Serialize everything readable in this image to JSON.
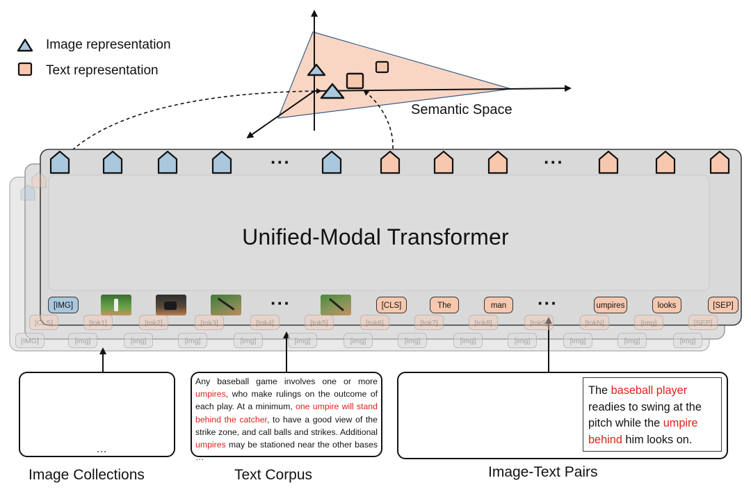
{
  "legend": {
    "image_label": "Image representation",
    "text_label": "Text representation",
    "image_color": "#a9c7dd",
    "text_color": "#f8c8ae"
  },
  "semantic_space": {
    "label": "Semantic Space",
    "plane_color": "#f9d6c4"
  },
  "transformer": {
    "title": "Unified-Modal Transformer"
  },
  "front_tokens": {
    "img_token": "[IMG]",
    "ellipsis": "···",
    "text_tokens": [
      "[CLS]",
      "The",
      "man"
    ],
    "text_tokens_end": [
      "umpires",
      "looks",
      "[SEP]"
    ]
  },
  "back_tokens_row1": [
    "[CLS]",
    "[tok1]",
    "[tok2]",
    "[tok3]",
    "[tok4]",
    "[tok5]",
    "[tok6]",
    "[tok7]",
    "[tok8]",
    "[tok9]",
    "[tokN]",
    "[img]",
    "[SEP]"
  ],
  "back_tokens_row2": [
    "[IMG]",
    "[img]",
    "[img]",
    "[img]",
    "[img]",
    "[img]",
    "[img]",
    "[img]",
    "[img]",
    "[img]",
    "[img]",
    "[img]",
    "[img]"
  ],
  "image_collections": {
    "ellipsis": "…",
    "caption": "Image Collections"
  },
  "text_corpus": {
    "caption": "Text Corpus",
    "parts": [
      {
        "text": "Any baseball game involves one or more ",
        "red": false
      },
      {
        "text": "umpires",
        "red": true
      },
      {
        "text": ", who make rulings on the outcome of each play. At a minimum, ",
        "red": false
      },
      {
        "text": "one umpire will stand behind the catcher",
        "red": true
      },
      {
        "text": ", to have a good view of the strike zone, and call balls and strikes. Additional ",
        "red": false
      },
      {
        "text": "umpires",
        "red": true
      },
      {
        "text": " may be stationed near the other bases …",
        "red": false
      }
    ]
  },
  "image_text_pairs": {
    "caption": "Image-Text Pairs",
    "parts": [
      {
        "text": "The ",
        "red": false
      },
      {
        "text": "baseball player",
        "red": true
      },
      {
        "text": " readies to swing at the pitch while the ",
        "red": false
      },
      {
        "text": "umpire behind",
        "red": true
      },
      {
        "text": " him looks on.",
        "red": false
      }
    ]
  }
}
